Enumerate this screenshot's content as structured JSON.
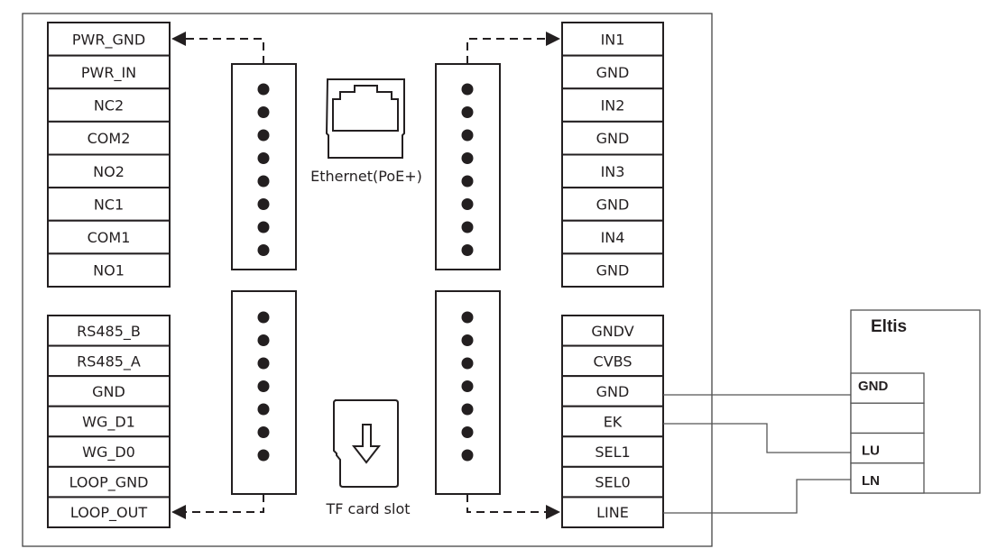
{
  "left_top_terminals": [
    "PWR_GND",
    "PWR_IN",
    "NC2",
    "COM2",
    "NO2",
    "NC1",
    "COM1",
    "NO1"
  ],
  "left_bottom_terminals": [
    "RS485_B",
    "RS485_A",
    "GND",
    "WG_D1",
    "WG_D0",
    "LOOP_GND",
    "LOOP_OUT"
  ],
  "right_top_terminals": [
    "IN1",
    "GND",
    "IN2",
    "GND",
    "IN3",
    "GND",
    "IN4",
    "GND"
  ],
  "right_bottom_terminals": [
    "GNDV",
    "CVBS",
    "GND",
    "EK",
    "SEL1",
    "SEL0",
    "LINE"
  ],
  "ethernet_label": "Ethernet(PoE+)",
  "tf_card_label": "TF card slot",
  "external_device": {
    "title": "Eltis",
    "terminals": [
      "GND",
      "",
      "LU",
      "LN"
    ]
  },
  "wiring": [
    {
      "from": "GND",
      "to": "GND"
    },
    {
      "from": "EK",
      "to": "LU"
    },
    {
      "from": "LINE",
      "to": "LN"
    }
  ],
  "icons": [
    "ethernet-port-icon",
    "tf-card-icon"
  ],
  "colors": {
    "line": "#231f20",
    "wire": "#555555"
  }
}
